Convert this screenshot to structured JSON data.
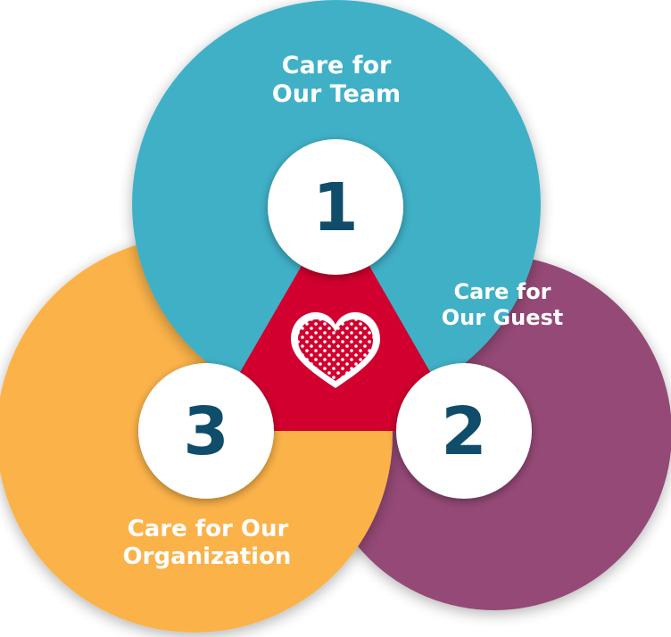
{
  "diagram": {
    "circles": [
      {
        "number": "1",
        "line1": "Care for",
        "line2": "Our Team",
        "color": "#3fb0c7"
      },
      {
        "number": "2",
        "line1": "Care for",
        "line2": "Our Guest",
        "color": "#954876"
      },
      {
        "number": "3",
        "line1": "Care for Our",
        "line2": "Organization",
        "color": "#fbb24a"
      }
    ],
    "center_color": "#d2002e",
    "number_color": "#0f4d6b",
    "heart_icon": "heart-icon"
  }
}
